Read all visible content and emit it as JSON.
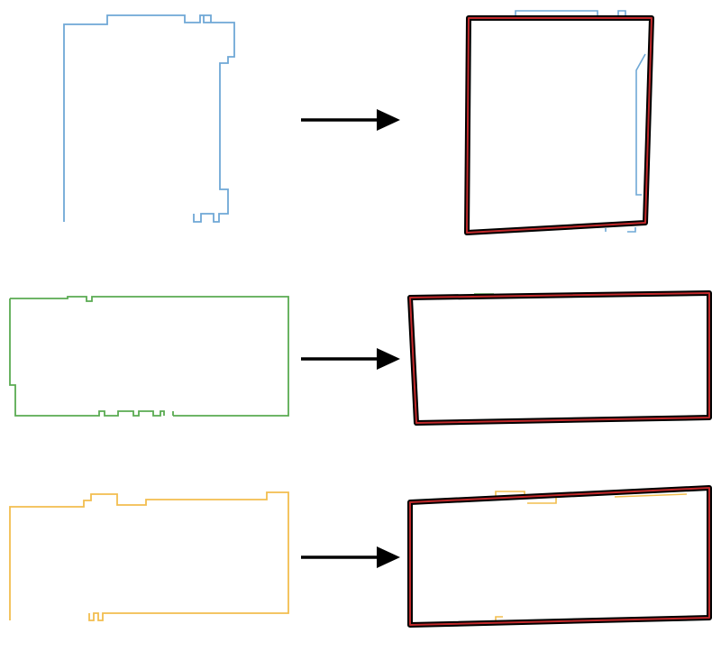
{
  "figure": {
    "rows": [
      {
        "name": "row-blue",
        "input_color": "#6fa8d6",
        "box_stroke": "#000000",
        "box_core": "#c0282a",
        "arrow_color": "#000000"
      },
      {
        "name": "row-green",
        "input_color": "#5aab52",
        "box_stroke": "#000000",
        "box_core": "#c0282a",
        "arrow_color": "#000000"
      },
      {
        "name": "row-orange",
        "input_color": "#f2bd4e",
        "box_stroke": "#000000",
        "box_core": "#c0282a",
        "arrow_color": "#000000"
      }
    ]
  }
}
